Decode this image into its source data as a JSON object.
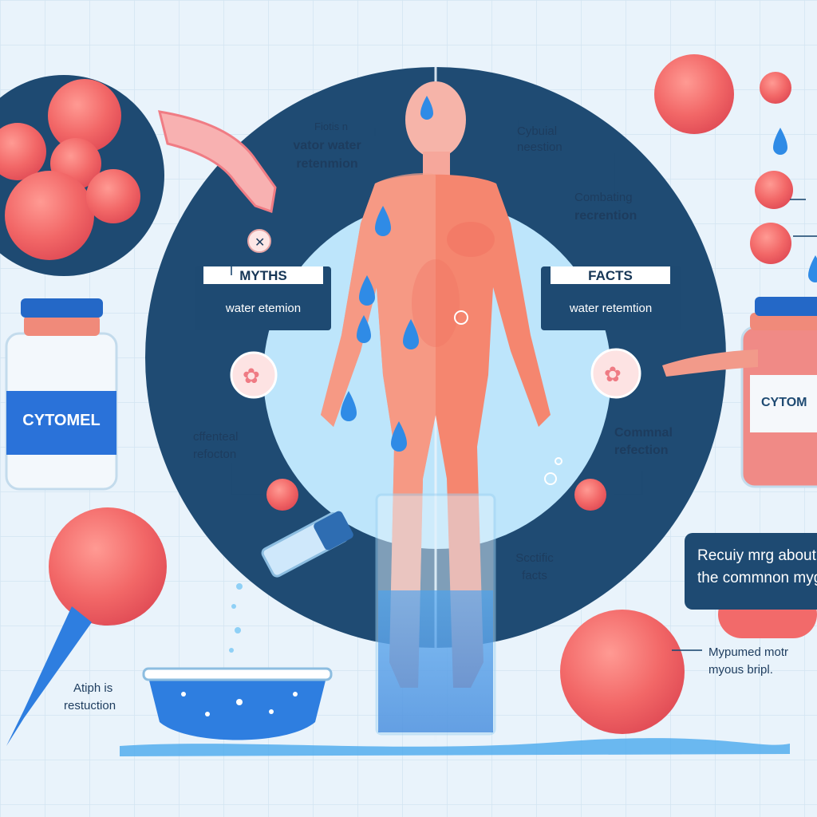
{
  "labels": {
    "top_center_left_1": "Fiotis n",
    "top_center_left_2": "vator water",
    "top_center_left_3": "retenmion",
    "top_right_1": "Cybuial",
    "top_right_2": "neestion",
    "right_mid_1": "Combating",
    "right_mid_2": "recrention",
    "left_lower_1": "cffenteal",
    "left_lower_2": "refocton",
    "right_lower_1": "Commnal",
    "right_lower_2": "refection",
    "center_bottom_1": "Scctific",
    "center_bottom_2": "facts",
    "bottom_left_1": "Atiph is",
    "bottom_left_2": "restuction",
    "bottom_right_1": "Mypumed motr",
    "bottom_right_2": "myous bripl."
  },
  "panels": {
    "myths": {
      "title": "MYTHS",
      "subtitle": "water etemion"
    },
    "facts": {
      "title": "FACTS",
      "subtitle": "water retemtion"
    }
  },
  "bottles": {
    "left_label": "CYTOMEL",
    "right_label": "CYTOM"
  },
  "callout": {
    "line1": "Recuiy mrg about",
    "line2": "the commnon myg"
  },
  "colors": {
    "background": "#e9f3fb",
    "grid": "#cfe2f2",
    "navy": "#1e4a72",
    "light_blue_circle": "#bfe6fb",
    "pill_red": "#f36f6f",
    "body_red": "#f5826f",
    "water_blue": "#2f8be6"
  },
  "icons": [
    "x-mark-icon",
    "flower-icon",
    "water-drop-icon",
    "pill-icon",
    "pipette-icon"
  ]
}
